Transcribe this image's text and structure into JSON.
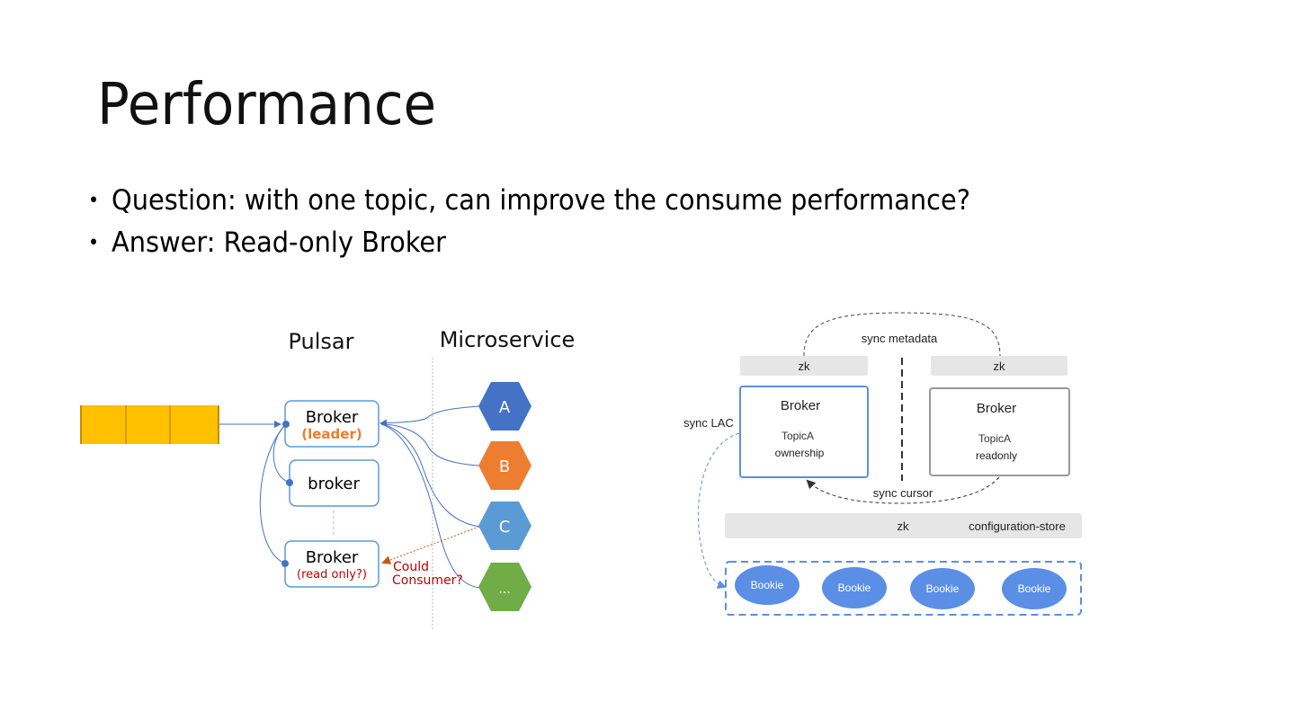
{
  "slide": {
    "title": "Performance",
    "bullets": [
      {
        "bullet": "•",
        "text": "Question:  with one topic, can improve the consume performance?"
      },
      {
        "bullet": "•",
        "text": "Answer: Read-only Broker"
      }
    ]
  },
  "left_diagram": {
    "pulsar_label": "Pulsar",
    "microservice_label": "Microservice",
    "brokers": [
      {
        "name": "Broker",
        "sub": "(leader)"
      },
      {
        "name": "broker",
        "sub": ""
      },
      {
        "name": "Broker",
        "sub": "(read only?)"
      }
    ],
    "services": [
      {
        "label": "A",
        "color": "#4472C4"
      },
      {
        "label": "B",
        "color": "#ED7D31"
      },
      {
        "label": "C",
        "color": "#5B9BD5"
      },
      {
        "label": "...",
        "color": "#70AD47"
      }
    ],
    "annotation": [
      "Could",
      "Consumer?"
    ],
    "colors": {
      "queue": "#FFC000",
      "line": "#4472C4",
      "leader": "#ED7D31",
      "readonly": "#C00000",
      "border": "#5B9BD5"
    }
  },
  "right_diagram": {
    "sync_metadata": "sync metadata",
    "sync_lac": "sync LAC",
    "sync_cursor": "sync cursor",
    "zk_left": "zk",
    "zk_right": "zk",
    "broker_left": {
      "title": "Broker",
      "topic": "TopicA",
      "role": "ownership"
    },
    "broker_right": {
      "title": "Broker",
      "topic": "TopicA",
      "role": "readonly"
    },
    "config_store": {
      "zk": "zk",
      "label": "configuration-store"
    },
    "bookies": [
      "Bookie",
      "Bookie",
      "Bookie",
      "Bookie"
    ],
    "colors": {
      "bookie": "#5B8FE6",
      "zk_bar": "#E6E6E6",
      "broker_border_left": "#5B8FE6",
      "broker_border_right": "#999999"
    }
  }
}
